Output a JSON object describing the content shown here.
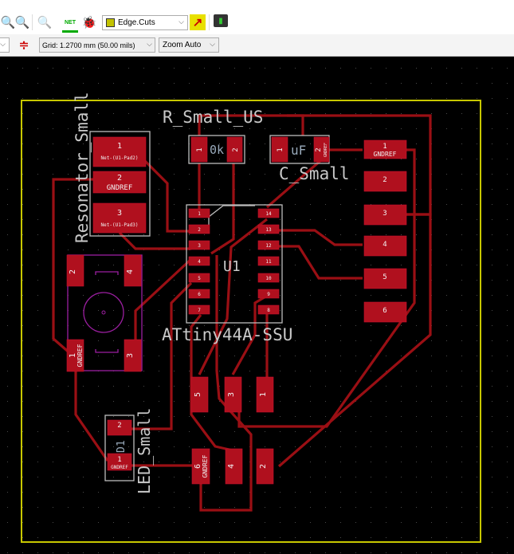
{
  "toolbar": {
    "layer_select": "Edge.Cuts",
    "grid_select": "Grid: 1.2700 mm (50.00 mils)",
    "zoom_select": "Zoom Auto",
    "net_icon_label": "NET"
  },
  "board": {
    "resonator": {
      "ref": "Resonator_Small",
      "pads": [
        {
          "num": "1",
          "net": "Net-(U1-Pad2)"
        },
        {
          "num": "2",
          "net": "GNDREF"
        },
        {
          "num": "3",
          "net": "Net-(U1-Pad3)"
        }
      ]
    },
    "resistor": {
      "value": "R_Small_US",
      "label": "0k",
      "pads": [
        {
          "num": "1"
        },
        {
          "num": "2"
        }
      ]
    },
    "capacitor": {
      "value": "C_Small",
      "label": "uF",
      "pads": [
        {
          "num": "1"
        },
        {
          "num": "2",
          "net": "GNDREF"
        }
      ]
    },
    "header": {
      "pads": [
        {
          "num": "1",
          "net": "GNDREF"
        },
        {
          "num": "2"
        },
        {
          "num": "3"
        },
        {
          "num": "4"
        },
        {
          "num": "5"
        },
        {
          "num": "6"
        }
      ]
    },
    "u1": {
      "ref": "U1",
      "value": "ATtiny44A-SSU",
      "left_pins": [
        "1",
        "2",
        "3",
        "4",
        "5",
        "6",
        "7"
      ],
      "right_pins": [
        "14",
        "13",
        "12",
        "11",
        "10",
        "9",
        "8"
      ]
    },
    "switch": {
      "pads": [
        {
          "num": "1",
          "net": "GNDREF"
        },
        {
          "num": "2"
        },
        {
          "num": "3"
        },
        {
          "num": "4"
        }
      ]
    },
    "isp": {
      "pads": [
        {
          "num": "5"
        },
        {
          "num": "3"
        },
        {
          "num": "1"
        },
        {
          "num": "6",
          "net": "GNDREF"
        },
        {
          "num": "4"
        },
        {
          "num": "2"
        }
      ]
    },
    "led": {
      "ref": "D1",
      "value": "LED_Small",
      "pads": [
        {
          "num": "2"
        },
        {
          "num": "1",
          "net": "GNDREF"
        }
      ]
    }
  }
}
